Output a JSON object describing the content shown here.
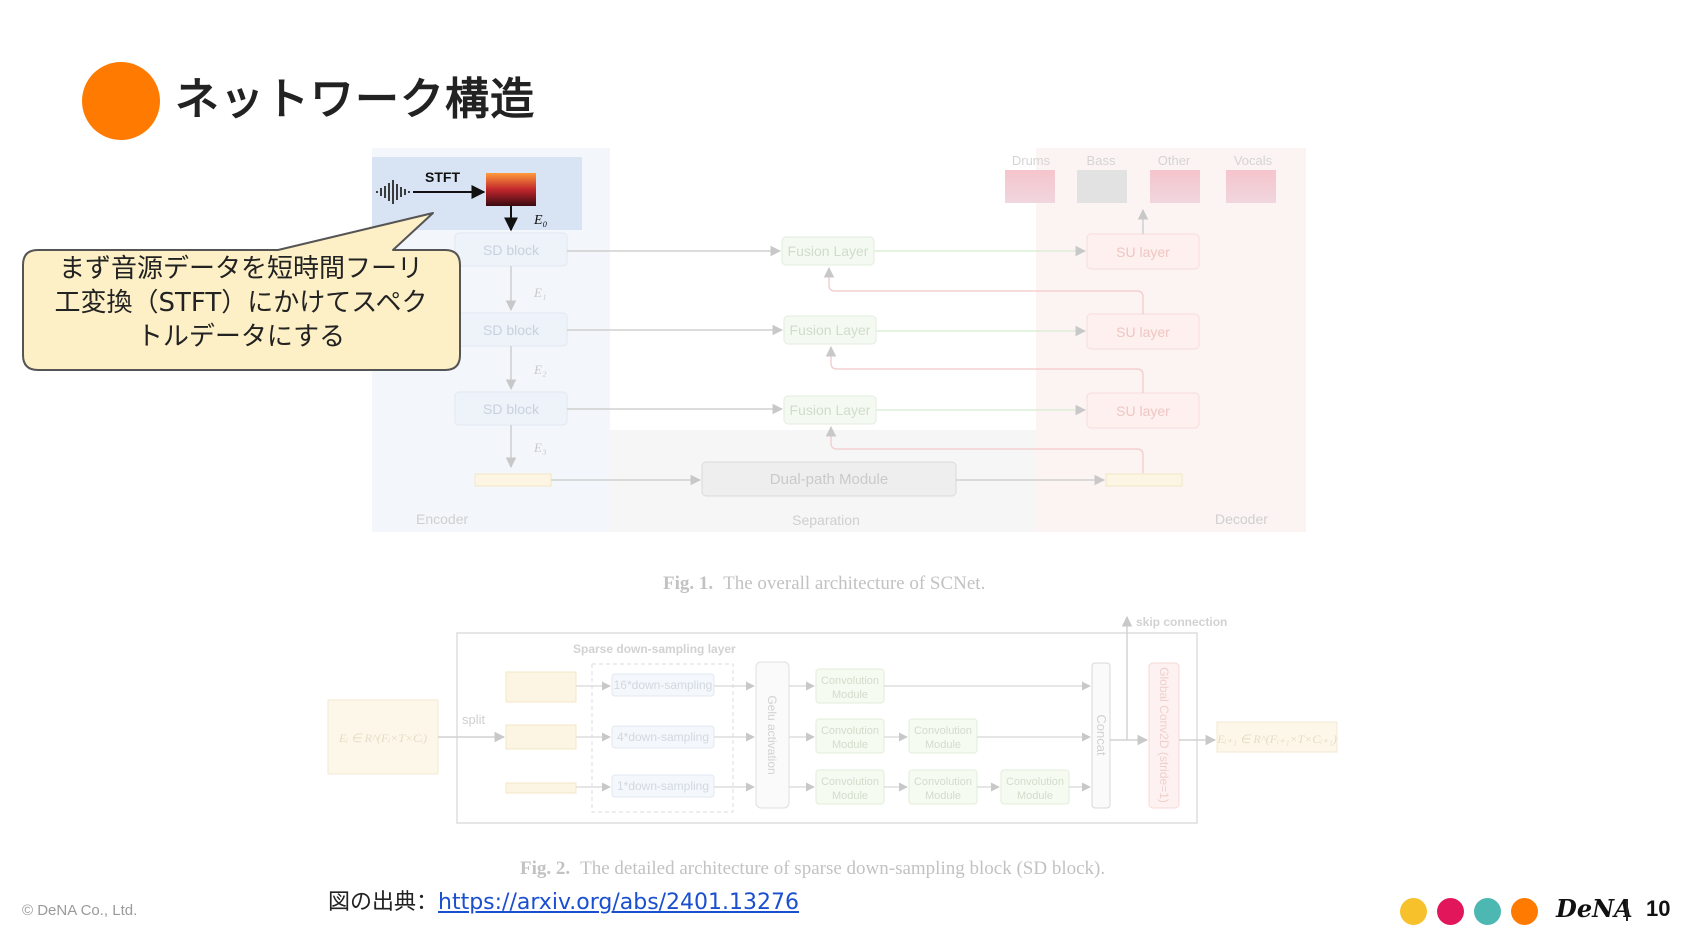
{
  "slide": {
    "title": "ネットワーク構造",
    "callout": [
      "まず音源データを短時間フーリ",
      "工変換（STFT）にかけてスペク",
      "トルデータにする"
    ],
    "source_label": "図の出典：",
    "source_link": "https://arxiv.org/abs/2401.13276",
    "copyright": "© DeNA Co., Ltd.",
    "logo": "DeNA",
    "page_number": "10",
    "colors": {
      "accent": "#ff7a00",
      "dots": [
        "#f7c12c",
        "#e2175b",
        "#4db8b2",
        "#ff7a00"
      ]
    }
  },
  "fig1": {
    "stft": "STFT",
    "e0": "E₀",
    "e1": "E₁",
    "e2": "E₂",
    "e3": "E₃",
    "sd_block": "SD block",
    "fusion_layer": "Fusion Layer",
    "su_layer": "SU layer",
    "dual_path": "Dual-path Module",
    "encoder": "Encoder",
    "separation": "Separation",
    "decoder": "Decoder",
    "outputs": [
      "Drums",
      "Bass",
      "Other",
      "Vocals"
    ],
    "caption_bold": "Fig. 1.",
    "caption": "The overall architecture of SCNet."
  },
  "fig2": {
    "sparse_layer": "Sparse down-sampling layer",
    "skip": "skip connection",
    "split": "split",
    "ds": [
      "16*down-sampling",
      "4*down-sampling",
      "1*down-sampling"
    ],
    "gelu": "Gelu activation",
    "conv1": "Convolution",
    "conv2": "Module",
    "concat": "Concat",
    "global_conv": "Global Conv2D (stride=1)",
    "input": "Eᵢ ∈ R^(Fᵢ×T×Cᵢ)",
    "output": "Eᵢ₊₁ ∈ R^(Fᵢ₊₁×T×Cᵢ₊₁)",
    "caption_bold": "Fig. 2.",
    "caption": "The detailed architecture of sparse down-sampling block (SD block)."
  }
}
